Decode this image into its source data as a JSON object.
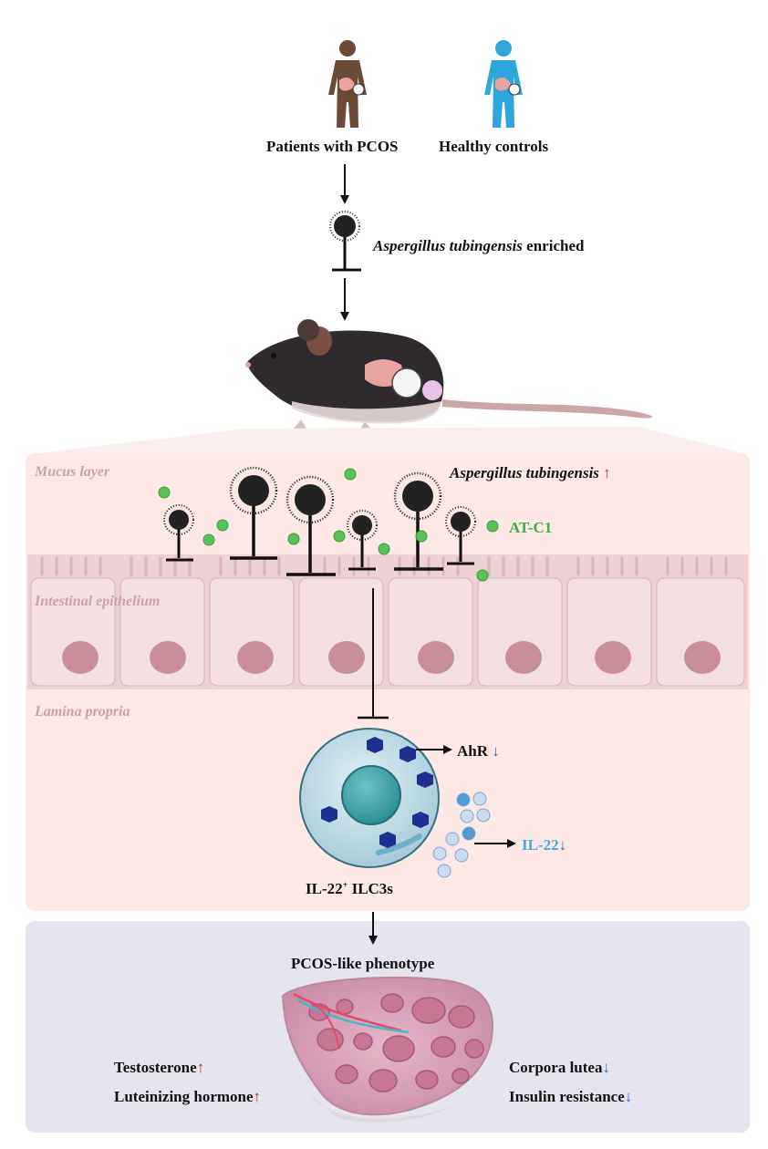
{
  "top": {
    "patients_label": "Patients with PCOS",
    "controls_label": "Healthy controls",
    "fungus_species": "Aspergillus tubingensis",
    "fungus_suffix": " enriched"
  },
  "gut_panel": {
    "mucus_label": "Mucus layer",
    "epithelium_label": "Intestinal epithelium",
    "lamina_label": "Lamina propria",
    "fungus_species": "Aspergillus tubingensis",
    "fungus_trend": "↑",
    "metabolite_label": "AT-C1",
    "ahr_label": "AhR",
    "ahr_trend": "↓",
    "il22_label": "IL-22",
    "il22_trend": "↓",
    "cell_label_prefix": "IL-22",
    "cell_label_sup": "+",
    "cell_label_suffix": " ILC3s"
  },
  "phenotype_panel": {
    "title": "PCOS-like phenotype",
    "left_items": [
      {
        "label": "Testosterone",
        "trend": "↑"
      },
      {
        "label": "Luteinizing hormone",
        "trend": "↑"
      }
    ],
    "right_items": [
      {
        "label": "Corpora lutea",
        "trend": "↓"
      },
      {
        "label": "Insulin resistance",
        "trend": "↓"
      }
    ]
  },
  "colors": {
    "patient": "#6b4a3a",
    "control": "#2ea6dc",
    "gut_panel_bg": "#fbe9e7",
    "phenotype_panel_bg": "#e6e4ef",
    "metabolite": "#5cc15a",
    "up_arrow": "#d9272e",
    "down_arrow": "#2f6fc1"
  }
}
